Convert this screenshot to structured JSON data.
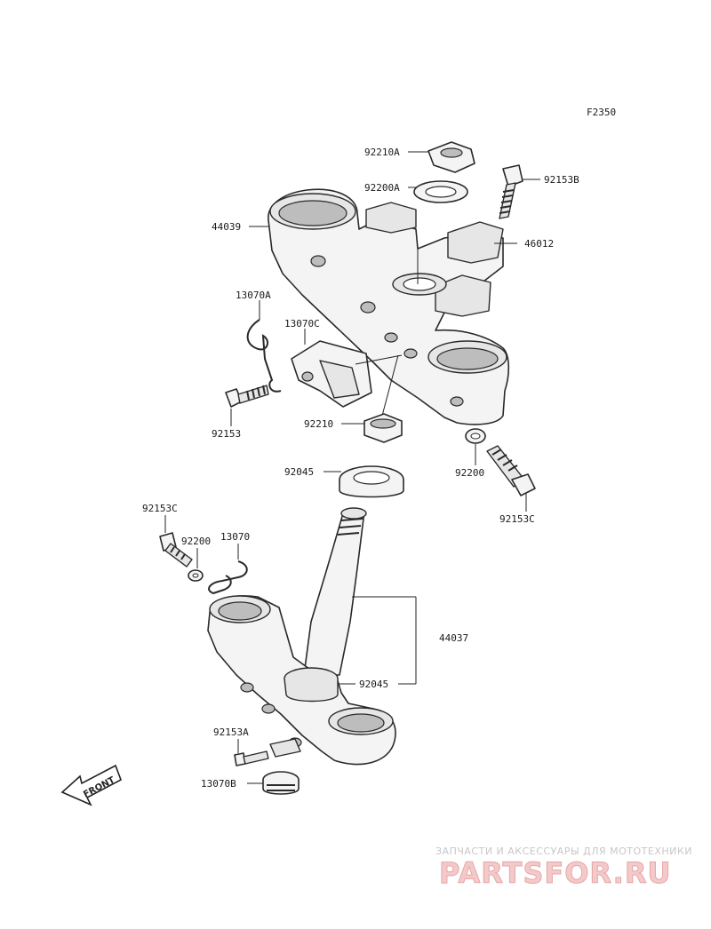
{
  "figure_code": "F2350",
  "labels": {
    "nut_upper": "92210A",
    "washer_upper": "92200A",
    "bolt_b": "92153B",
    "upper_clamp": "44039",
    "handlebar_holder": "46012",
    "clip_a": "13070A",
    "clamp_c": "13070C",
    "bolt_left": "92153",
    "nut_stem": "92210",
    "washer_right": "92200",
    "bolt_c_right": "92153C",
    "bearing_upper": "92045",
    "bolt_c_left": "92153C",
    "washer_left": "92200",
    "clip": "13070",
    "stem": "44037",
    "bearing_lower": "92045",
    "bolt_a": "92153A",
    "clamp_b": "13070B"
  },
  "front_arrow": "FRONT",
  "watermark": {
    "tagline": "ЗАПЧАСТИ И АКСЕССУАРЫ ДЛЯ МОТОТЕХНИКИ",
    "brand": "PARTSFOR.RU"
  }
}
